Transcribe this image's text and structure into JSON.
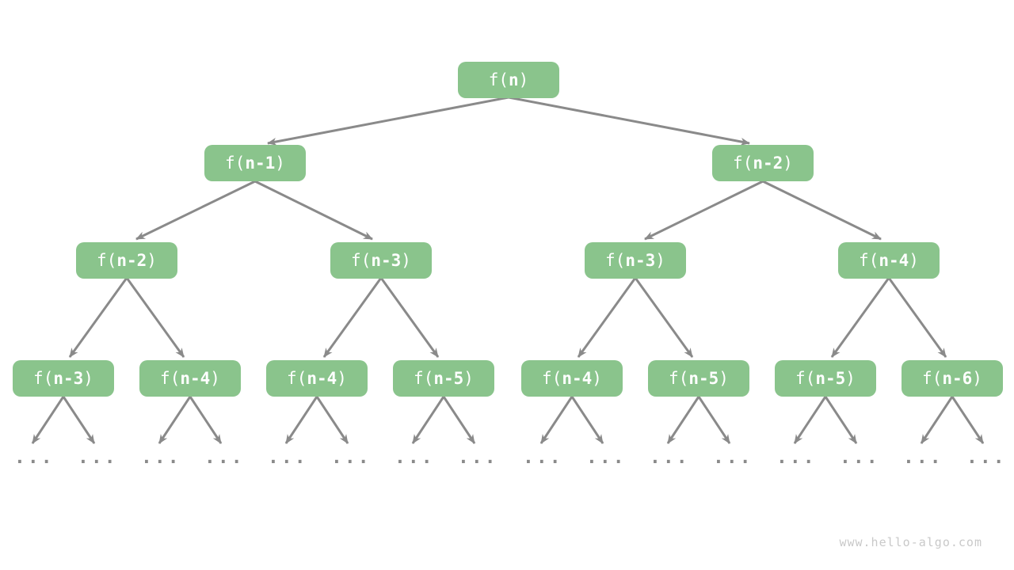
{
  "colors": {
    "page_bg": "#ffffff",
    "node_fill": "#8ac48c",
    "node_text": "#ffffff",
    "edge": "#8a8a8a",
    "dots": "#8a8a8a",
    "watermark": "#c9c9c9"
  },
  "ellipsis": "...",
  "watermark": {
    "text": "www.hello-algo.com"
  },
  "tree": {
    "description": "recursion tree of f(n), each node expands into two subcalls",
    "levels": [
      [
        {
          "label": "f(n)",
          "prefix": "f(",
          "arg": "n",
          "suffix": ")"
        }
      ],
      [
        {
          "label": "f(n-1)",
          "prefix": "f(",
          "arg": "n-1",
          "suffix": ")"
        },
        {
          "label": "f(n-2)",
          "prefix": "f(",
          "arg": "n-2",
          "suffix": ")"
        }
      ],
      [
        {
          "label": "f(n-2)",
          "prefix": "f(",
          "arg": "n-2",
          "suffix": ")"
        },
        {
          "label": "f(n-3)",
          "prefix": "f(",
          "arg": "n-3",
          "suffix": ")"
        },
        {
          "label": "f(n-3)",
          "prefix": "f(",
          "arg": "n-3",
          "suffix": ")"
        },
        {
          "label": "f(n-4)",
          "prefix": "f(",
          "arg": "n-4",
          "suffix": ")"
        }
      ],
      [
        {
          "label": "f(n-3)",
          "prefix": "f(",
          "arg": "n-3",
          "suffix": ")"
        },
        {
          "label": "f(n-4)",
          "prefix": "f(",
          "arg": "n-4",
          "suffix": ")"
        },
        {
          "label": "f(n-4)",
          "prefix": "f(",
          "arg": "n-4",
          "suffix": ")"
        },
        {
          "label": "f(n-5)",
          "prefix": "f(",
          "arg": "n-5",
          "suffix": ")"
        },
        {
          "label": "f(n-4)",
          "prefix": "f(",
          "arg": "n-4",
          "suffix": ")"
        },
        {
          "label": "f(n-5)",
          "prefix": "f(",
          "arg": "n-5",
          "suffix": ")"
        },
        {
          "label": "f(n-5)",
          "prefix": "f(",
          "arg": "n-5",
          "suffix": ")"
        },
        {
          "label": "f(n-6)",
          "prefix": "f(",
          "arg": "n-6",
          "suffix": ")"
        }
      ]
    ]
  }
}
